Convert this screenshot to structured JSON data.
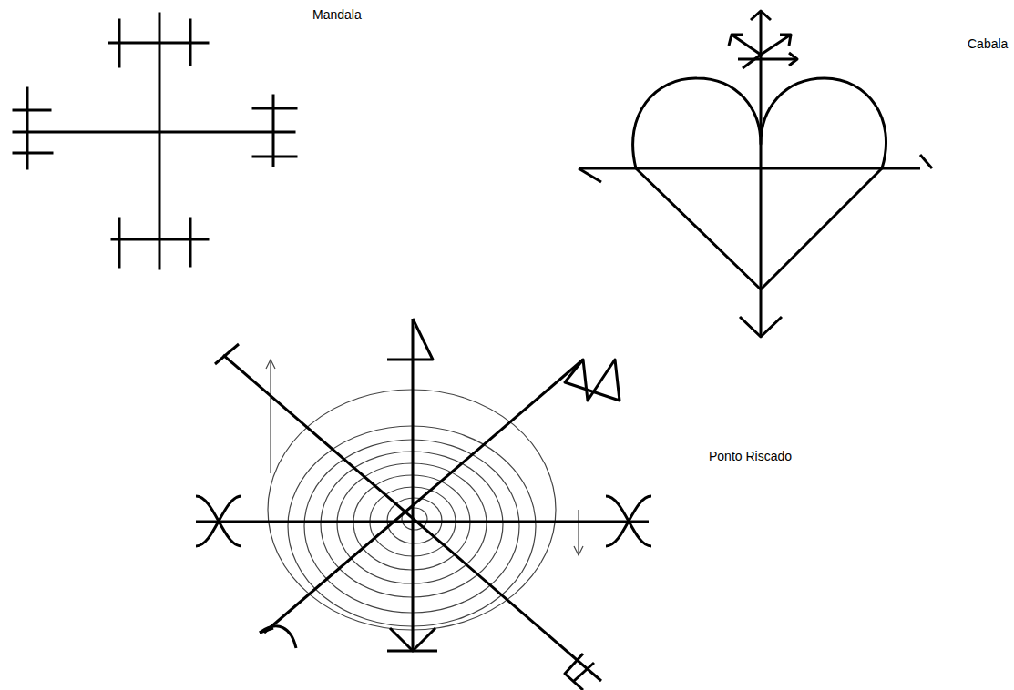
{
  "diagram": {
    "labels": [
      "Mandala",
      "Cabala",
      "Ponto Riscado"
    ]
  }
}
